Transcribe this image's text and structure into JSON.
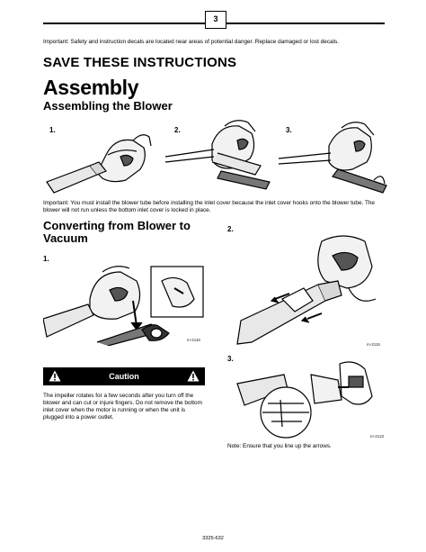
{
  "header": {
    "page_number": "3"
  },
  "important_top": "Important: Safety and instruction decals are located near areas of potential danger. Replace damaged or lost decals.",
  "save_heading": "SAVE THESE INSTRUCTIONS",
  "assembly_heading": "Assembly",
  "assembling_heading": "Assembling the Blower",
  "assembly_steps": [
    "1.",
    "2.",
    "3."
  ],
  "important_mid": "Important: You must install the blower tube before installing the inlet cover because the inlet cover hooks onto the blower tube. The blower will not run unless the bottom inlet cover is locked in place.",
  "converting_heading": "Converting from Blower to Vacuum",
  "convert_steps": [
    "1.",
    "2.",
    "3."
  ],
  "figure_captions": [
    "m-2116",
    "m-2115",
    "m-2122"
  ],
  "caution": {
    "label": "Caution",
    "text": "The impeller rotates for a few seconds after you turn off the blower and can cut or injure fingers. Do not remove the bottom inlet cover when the motor is running or when the unit is plugged into a power outlet."
  },
  "note_ensure": "Note: Ensure that you line up the arrows.",
  "footer": {
    "doc_number": "3325-632"
  }
}
